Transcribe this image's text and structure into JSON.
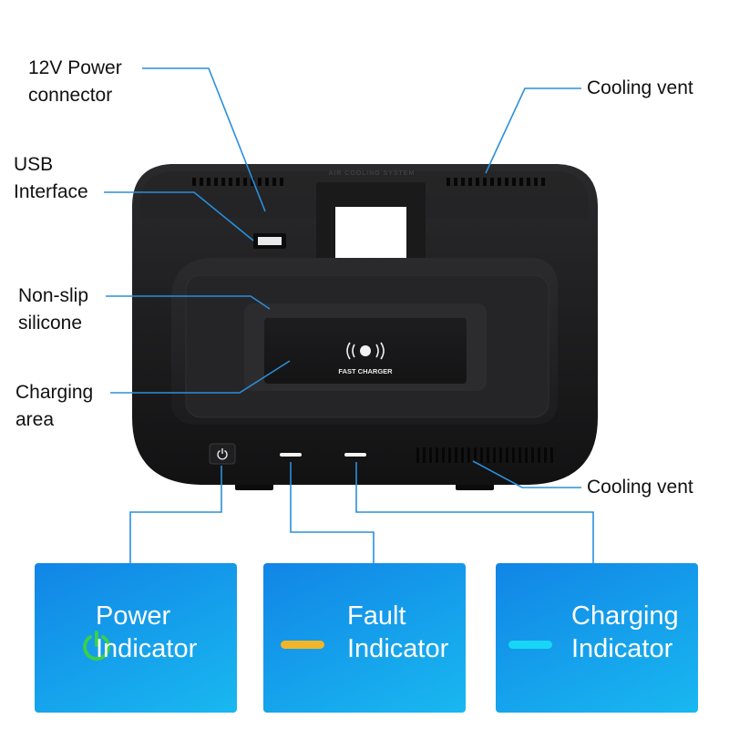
{
  "callouts": {
    "power_connector": "12V Power\nconnector",
    "usb_interface": "USB\nInterface",
    "non_slip_silicone": "Non-slip\nsilicone",
    "charging_area": "Charging\narea",
    "cooling_vent_top": "Cooling vent",
    "cooling_vent_bottom": "Cooling vent"
  },
  "device": {
    "top_text": "AIR COOLING SYSTEM",
    "pad_text": "FAST CHARGER",
    "wireless_icon": "wireless-charging-icon",
    "power_button_icon": "power-icon"
  },
  "indicators": [
    {
      "label": "Power\nIndicator",
      "icon": "power-icon",
      "color": "#39d04a"
    },
    {
      "label": "Fault\nIndicator",
      "icon": "bar-indicator",
      "color": "#f2b52a"
    },
    {
      "label": "Charging\nIndicator",
      "icon": "bar-indicator",
      "color": "#18d6f5"
    }
  ],
  "colors": {
    "callout_line": "#2a8fdc",
    "box_gradient_start": "#1185e6",
    "box_gradient_end": "#19b8f0"
  }
}
